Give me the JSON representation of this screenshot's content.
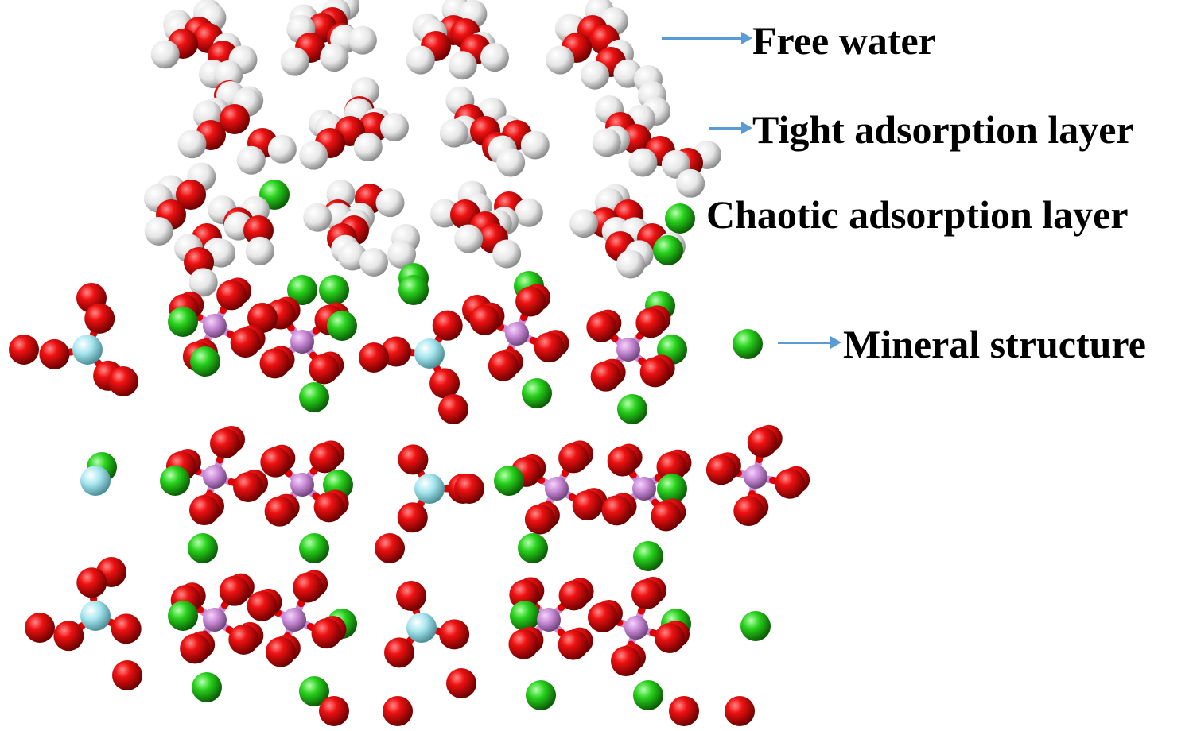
{
  "labels": {
    "free_water": "Free water",
    "tight_layer": "Tight adsorption layer",
    "chaotic_layer": "Chaotic adsorption layer",
    "mineral_structure": "Mineral structure"
  },
  "colors": {
    "oxygen": "#e00000",
    "hydrogen": "#eeeeee",
    "calcium": "#22cc22",
    "phosphorus": "#c98ad6",
    "fluorine": "#9fe3ea",
    "arrow": "#5b9bd5"
  }
}
